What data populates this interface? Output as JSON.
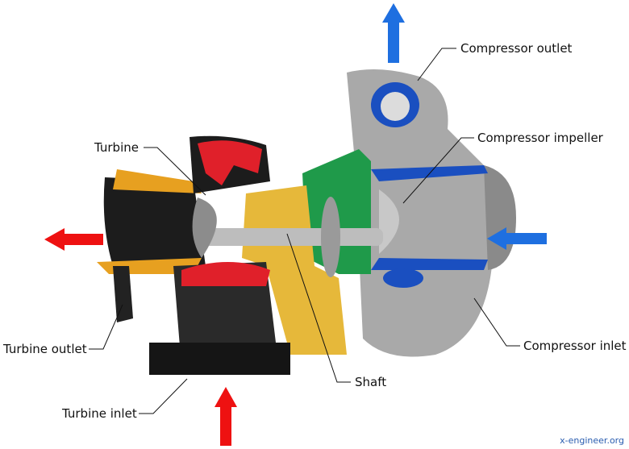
{
  "labels": {
    "compressor_outlet": "Compressor outlet",
    "compressor_impeller": "Compressor impeller",
    "turbine": "Turbine",
    "compressor_inlet": "Compressor inlet",
    "turbine_outlet": "Turbine outlet",
    "shaft": "Shaft",
    "turbine_inlet": "Turbine inlet"
  },
  "watermark": "x-engineer.org",
  "colors": {
    "cold_air": "#1e6fe0",
    "hot_gas": "#ee1111",
    "compressor_cut": "#1a4fc0",
    "turbine_cut": "#e0202a",
    "center_cut": "#1f9a4a",
    "bearing_cut": "#e6b83a"
  }
}
